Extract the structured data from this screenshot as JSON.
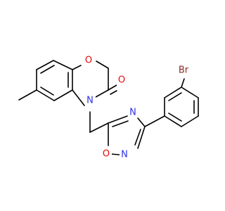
{
  "atoms": {
    "ring_oxygen": "O",
    "carbonyl_oxygen": "O",
    "lactam_nitrogen": "N",
    "oxadiazole_oxygen": "O",
    "oxadiazole_n4": "N",
    "oxadiazole_n2": "N",
    "bromine": "Br"
  },
  "colors": {
    "carbon": "#000000",
    "oxygen": "#e8080a",
    "nitrogen": "#2e31e6",
    "bromine": "#8b2a1f"
  }
}
